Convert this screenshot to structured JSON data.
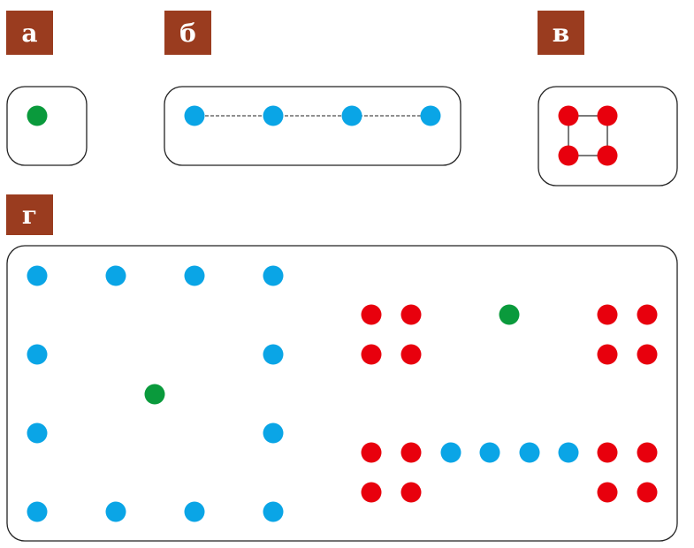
{
  "labels": {
    "a": "а",
    "b": "б",
    "v": "в",
    "g": "г"
  },
  "colors": {
    "label_bg": "#9a3c1f",
    "blue": "#0aa5e6",
    "red": "#e8000d",
    "green": "#0a9a3c"
  }
}
